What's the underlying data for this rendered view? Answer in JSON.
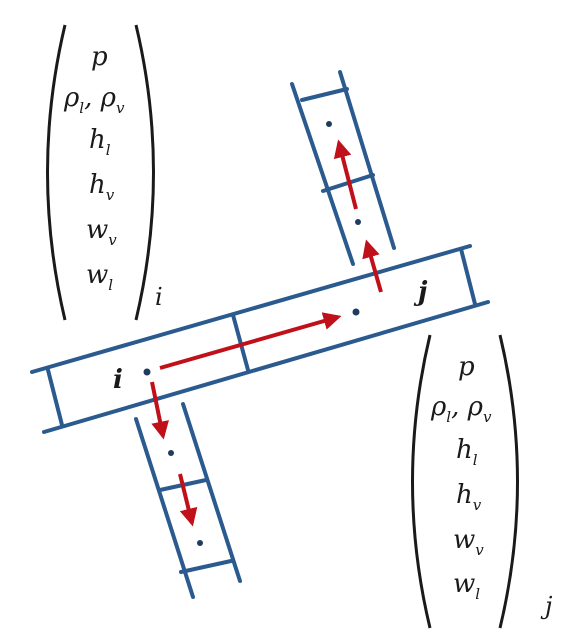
{
  "diagram": {
    "colors": {
      "pipe": "#2b5a8f",
      "flow_arrow": "#c0101a",
      "text": "#1a1a1a"
    },
    "node_i_label": "i",
    "node_j_label": "j",
    "vector_i": {
      "subscript": "i",
      "rows": [
        {
          "main": "p",
          "sub": ""
        },
        {
          "main": "ρ",
          "sub": "l",
          "main2": ", ρ",
          "sub2": "v"
        },
        {
          "main": "h",
          "sub": "l"
        },
        {
          "main": "h",
          "sub": "v"
        },
        {
          "main": "w",
          "sub": "v"
        },
        {
          "main": "w",
          "sub": "l"
        }
      ]
    },
    "vector_j": {
      "subscript": "j",
      "rows": [
        {
          "main": "p",
          "sub": ""
        },
        {
          "main": "ρ",
          "sub": "l",
          "main2": ", ρ",
          "sub2": "v"
        },
        {
          "main": "h",
          "sub": "l"
        },
        {
          "main": "h",
          "sub": "v"
        },
        {
          "main": "w",
          "sub": "v"
        },
        {
          "main": "w",
          "sub": "l"
        }
      ]
    }
  }
}
